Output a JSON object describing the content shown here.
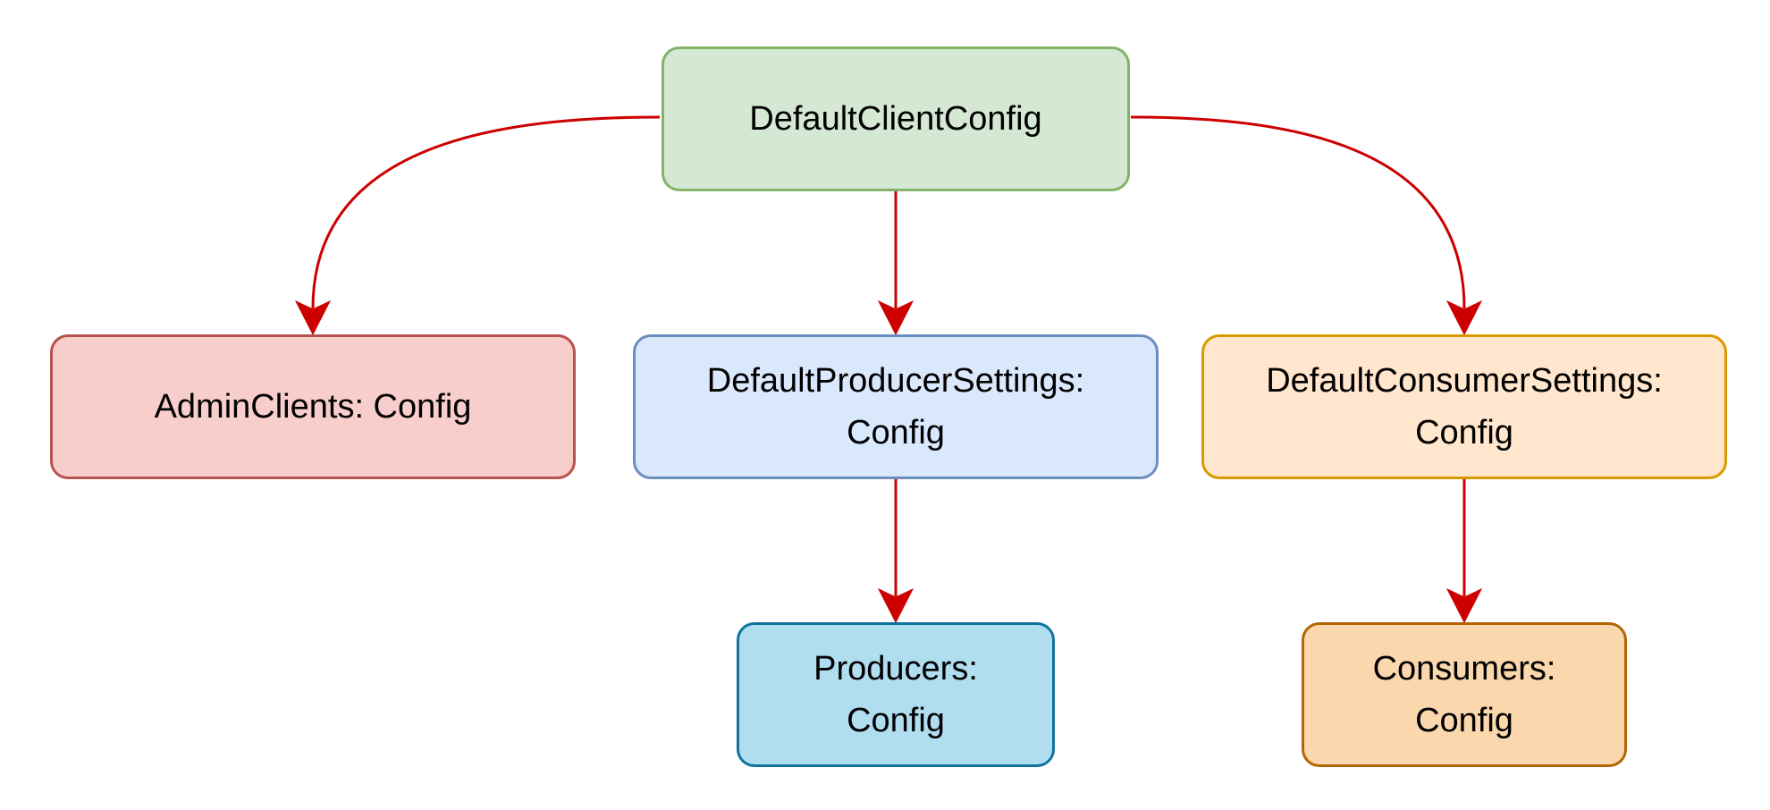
{
  "diagram": {
    "edge_color": "#cc0000",
    "nodes": {
      "root": {
        "label": "DefaultClientConfig",
        "fill": "#d5e8d4",
        "stroke": "#82b366"
      },
      "admin": {
        "label": "AdminClients: Config",
        "fill": "#f8cecc",
        "stroke": "#b85450"
      },
      "producer_settings": {
        "label": "DefaultProducerSettings:\nConfig",
        "fill": "#dae8fc",
        "stroke": "#6c8ebf"
      },
      "consumer_settings": {
        "label": "DefaultConsumerSettings:\nConfig",
        "fill": "#ffe6cc",
        "stroke": "#d79b00"
      },
      "producers": {
        "label": "Producers:\nConfig",
        "fill": "#b1ddf0",
        "stroke": "#10739e"
      },
      "consumers": {
        "label": "Consumers:\nConfig",
        "fill": "#fad7ac",
        "stroke": "#b46504"
      }
    },
    "edges": [
      {
        "from": "root",
        "to": "admin"
      },
      {
        "from": "root",
        "to": "producer_settings"
      },
      {
        "from": "root",
        "to": "consumer_settings"
      },
      {
        "from": "producer_settings",
        "to": "producers"
      },
      {
        "from": "consumer_settings",
        "to": "consumers"
      }
    ]
  }
}
